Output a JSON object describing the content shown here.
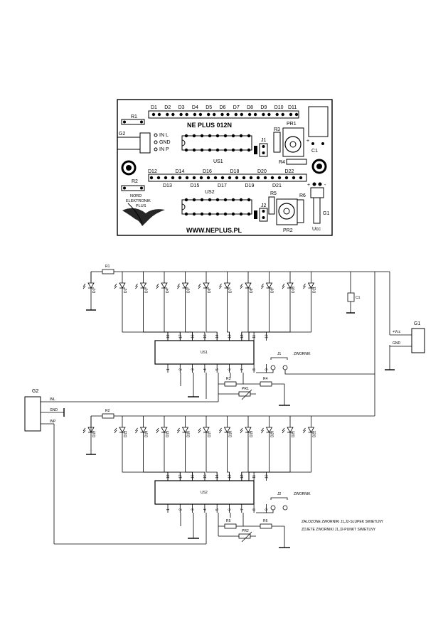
{
  "pcb": {
    "title": "NE PLUS 012N",
    "url": "WWW.NEPLUS.PL",
    "logo_lines": [
      "NORD",
      "ELEKTRONIK",
      "PLUS"
    ],
    "leds_top": [
      "D1",
      "D2",
      "D3",
      "D4",
      "D5",
      "D6",
      "D7",
      "D8",
      "D9",
      "D10",
      "D11"
    ],
    "leds_mid_a": [
      "D12",
      "D14",
      "D16",
      "D18",
      "D20",
      "D22"
    ],
    "leds_mid_b": [
      "D13",
      "D15",
      "D17",
      "D19",
      "D21"
    ],
    "labels": {
      "r1": "R1",
      "r2": "R2",
      "r3": "R3",
      "r4": "R4",
      "r5": "R5",
      "r6": "R6",
      "g2": "G2",
      "in_l": "IN L",
      "gnd": "GND",
      "in_p": "IN P",
      "j1": "J1",
      "j2": "J2",
      "us1": "US1",
      "us2": "US2",
      "pr1": "PR1",
      "pr2": "PR2",
      "c1": "C1",
      "g1": "G1",
      "ucc": "Ucc",
      "plus": "+",
      "minus": "-"
    }
  },
  "schematic": {
    "top": {
      "r": "R1",
      "leds": [
        "D1",
        "D2",
        "D3",
        "D4",
        "D5",
        "D6",
        "D7",
        "D8",
        "D9",
        "D10",
        "D11"
      ],
      "ic": "US1",
      "j": "J1",
      "zwornik": "ZWORNIK",
      "ra": "R3",
      "rb": "R4",
      "pr": "PR1",
      "cap": "C1",
      "pins_top": [
        "18",
        "17",
        "16",
        "15",
        "14",
        "13",
        "12",
        "11",
        "10"
      ],
      "pins_bottom": [
        "1",
        "2",
        "3",
        "4",
        "5",
        "6",
        "7",
        "8",
        "9"
      ]
    },
    "bottom": {
      "r": "R2",
      "leds": [
        "D12",
        "D13",
        "D14",
        "D15",
        "D16",
        "D17",
        "D18",
        "D19",
        "D20",
        "D21",
        "D22"
      ],
      "ic": "US2",
      "j": "J2",
      "zwornik": "ZWORNIK",
      "ra": "R5",
      "rb": "R6",
      "pr": "PR2",
      "pins_top": [
        "18",
        "17",
        "16",
        "15",
        "14",
        "13",
        "12",
        "11",
        "10"
      ],
      "pins_bottom": [
        "1",
        "2",
        "3",
        "4",
        "5",
        "6",
        "7",
        "8",
        "9"
      ]
    },
    "g1": {
      "label": "G1",
      "vcc": "+Vcc",
      "gnd": "GND"
    },
    "g2": {
      "label": "G2",
      "inl": "INL",
      "gnd": "GND",
      "inp": "INP"
    },
    "notes": [
      "ZALOZONE ZWORNIKI J1,J2-SLUPEK SWIETLNY",
      "ZDJETE ZWORNIKI J1,J2-PUNKT SWIETLNY"
    ]
  }
}
